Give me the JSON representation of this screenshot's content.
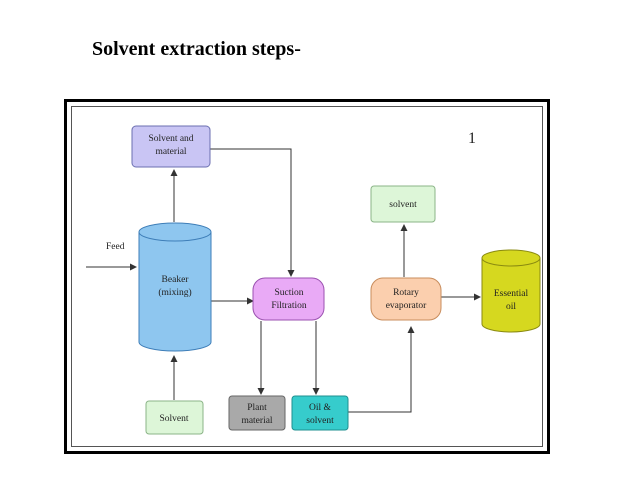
{
  "title": "Solvent extraction steps-",
  "corner_mark": "1",
  "feed_label": "Feed",
  "nodes": {
    "solvent_material": {
      "lines": [
        "Solvent and",
        "material"
      ],
      "color": "#c9c5f4"
    },
    "beaker": {
      "lines": [
        "Beaker",
        "(mixing)"
      ],
      "color": "#8ec6ef"
    },
    "suction": {
      "lines": [
        "Suction",
        "Filtration"
      ],
      "color": "#e9aaf6"
    },
    "rotary": {
      "lines": [
        "Rotary",
        "evaporator"
      ],
      "color": "#fbcfae"
    },
    "solvent_out": {
      "lines": [
        "solvent"
      ],
      "color": "#ddf6d8"
    },
    "essential_oil": {
      "lines": [
        "Essential",
        "oil"
      ],
      "color": "#d6d81f"
    },
    "solvent_in": {
      "lines": [
        "Solvent"
      ],
      "color": "#ddf6d8"
    },
    "plant_material": {
      "lines": [
        "Plant",
        "material"
      ],
      "color": "#a9a9a9"
    },
    "oil_solvent": {
      "lines": [
        "Oil &",
        "solvent"
      ],
      "color": "#36cccc"
    }
  }
}
